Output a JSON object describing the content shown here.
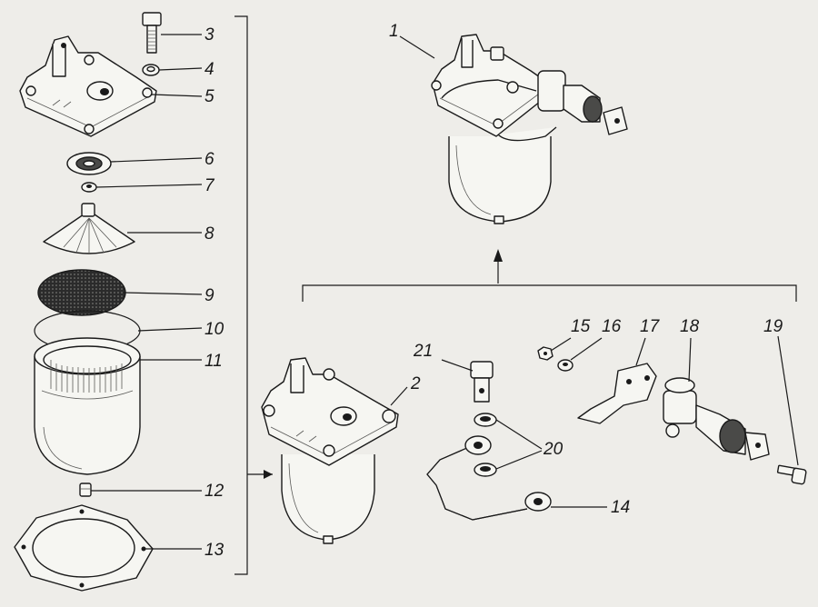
{
  "figure": {
    "callouts": {
      "c1": "1",
      "c2": "2",
      "c3": "3",
      "c4": "4",
      "c5": "5",
      "c6": "6",
      "c7": "7",
      "c8": "8",
      "c9": "9",
      "c10": "10",
      "c11": "11",
      "c12": "12",
      "c13": "13",
      "c14": "14",
      "c15": "15",
      "c16": "16",
      "c17": "17",
      "c18": "18",
      "c19": "19",
      "c20": "20",
      "c21": "21"
    }
  },
  "colors": {
    "ink": "#1a1a1a",
    "paper": "#eeede9",
    "mesh": "#333333"
  }
}
